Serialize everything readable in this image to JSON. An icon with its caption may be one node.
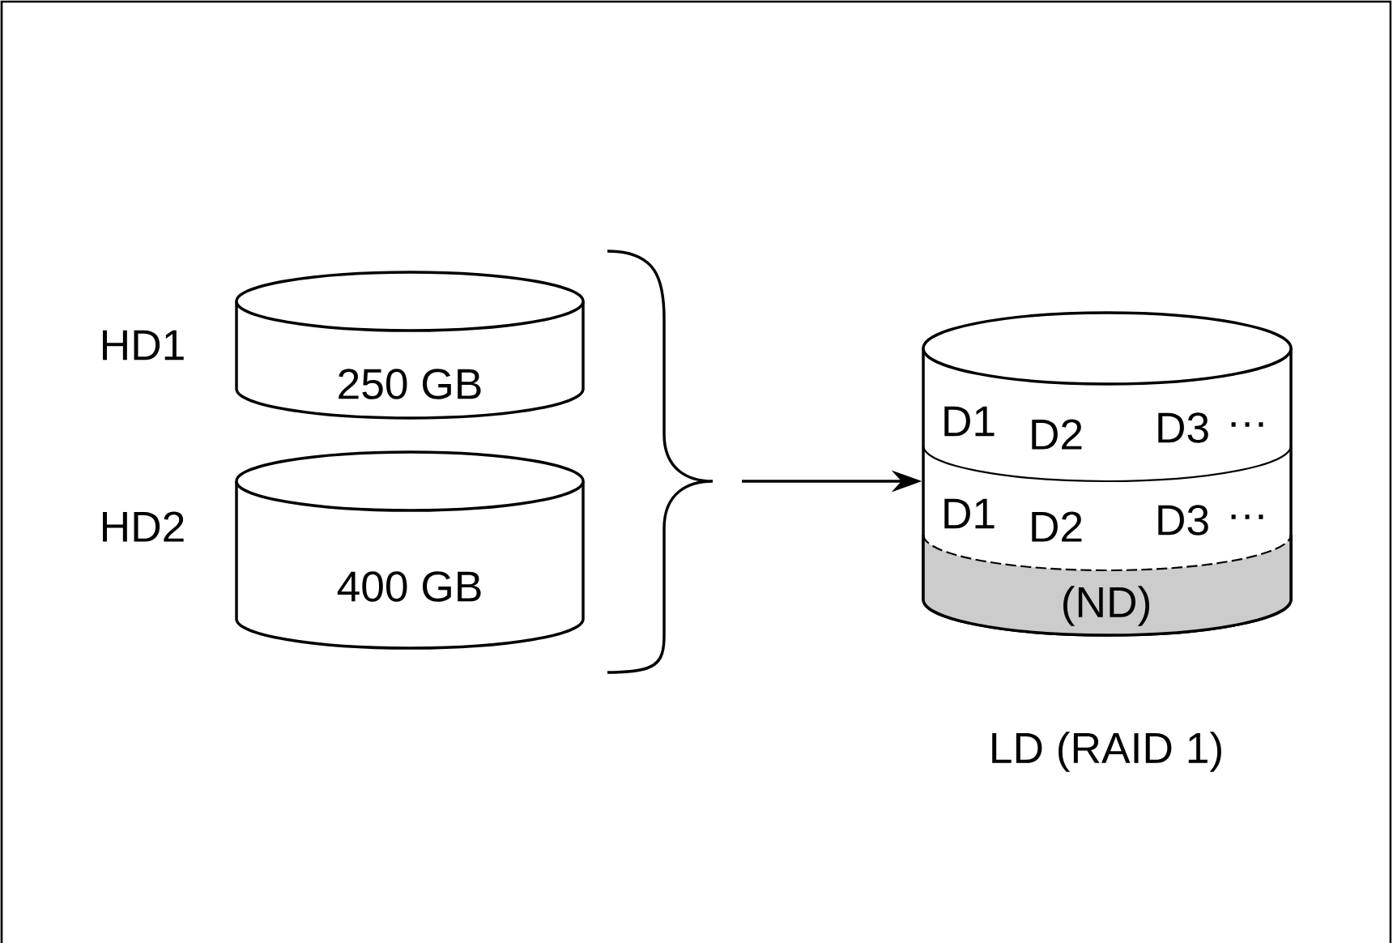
{
  "diagram": {
    "nodes": [
      {
        "text": [
          "250 GB"
        ],
        "beside": [
          "HD1"
        ]
      },
      {
        "text": [
          "400 GB"
        ],
        "beside": [
          "HD2"
        ]
      },
      {
        "text": [],
        "shape": "cylinder",
        "beside": [
          "LD (RAID 1)"
        ]
      },
      {
        "text": [
          "D1",
          "D2",
          "D3",
          "…"
        ],
        "in": 2
      },
      {
        "text": [
          "D1",
          "D2",
          "D3",
          "…"
        ],
        "in": 2
      },
      {
        "text": [
          "(ND)"
        ],
        "in": 2
      }
    ],
    "edges": [
      {
        "from": null,
        "to": 2,
        "arrow": "to"
      }
    ]
  }
}
